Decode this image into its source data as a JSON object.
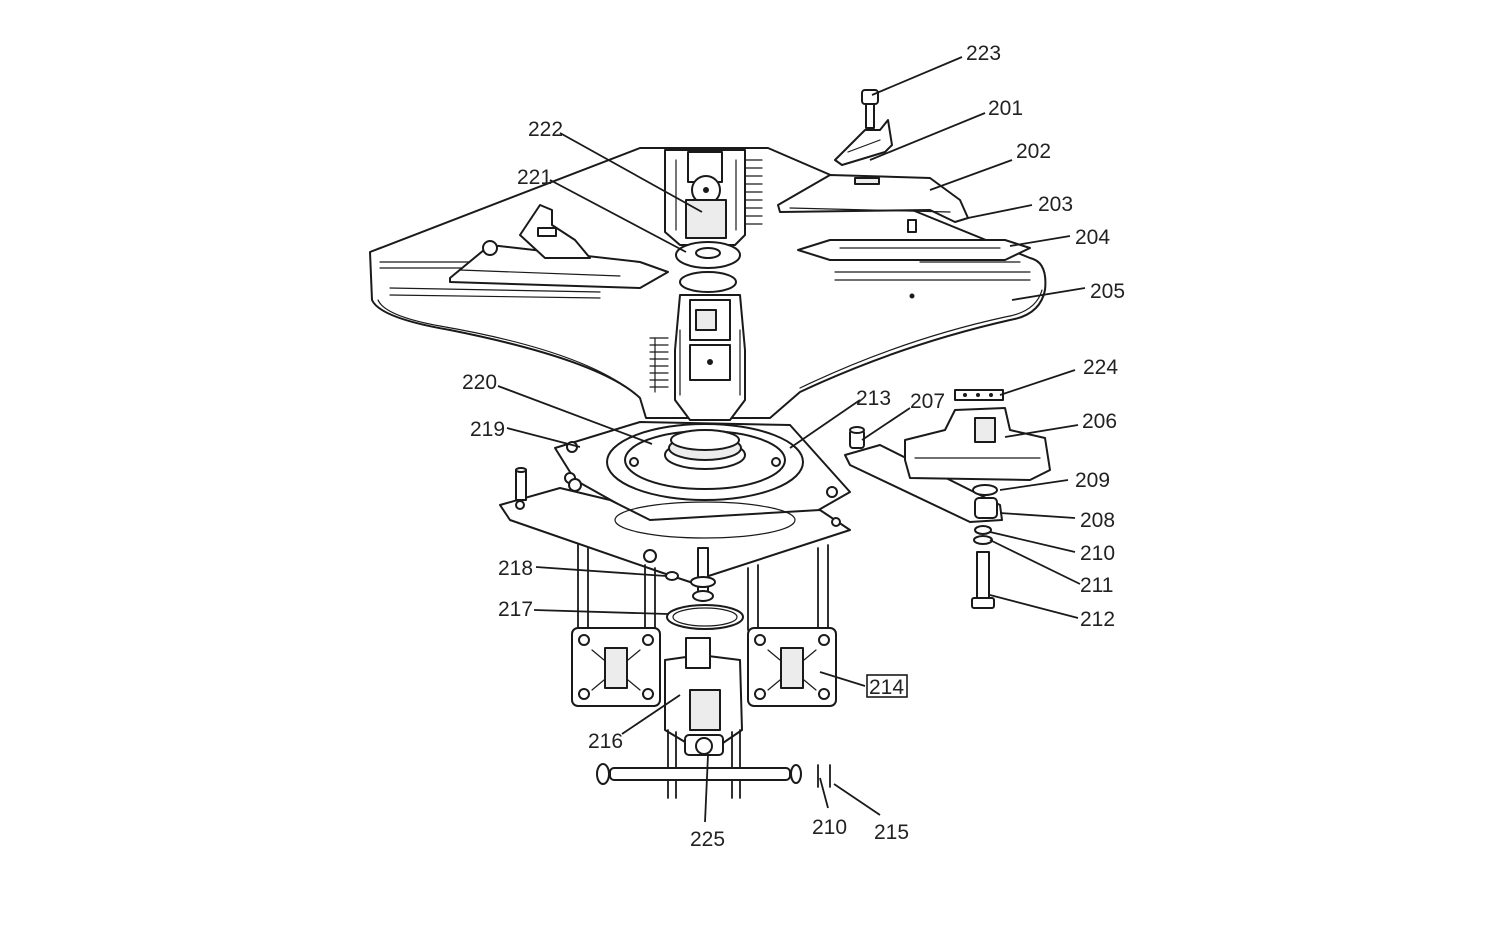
{
  "diagram": {
    "labels": {
      "l201": "201",
      "l202": "202",
      "l203": "203",
      "l204": "204",
      "l205": "205",
      "l206": "206",
      "l207": "207",
      "l208": "208",
      "l209": "209",
      "l210a": "210",
      "l210b": "210",
      "l211": "211",
      "l212": "212",
      "l213": "213",
      "l214": "214",
      "l215": "215",
      "l216": "216",
      "l217": "217",
      "l218": "218",
      "l219": "219",
      "l220": "220",
      "l221": "221",
      "l222": "222",
      "l223": "223",
      "l224": "224",
      "l225": "225"
    }
  }
}
